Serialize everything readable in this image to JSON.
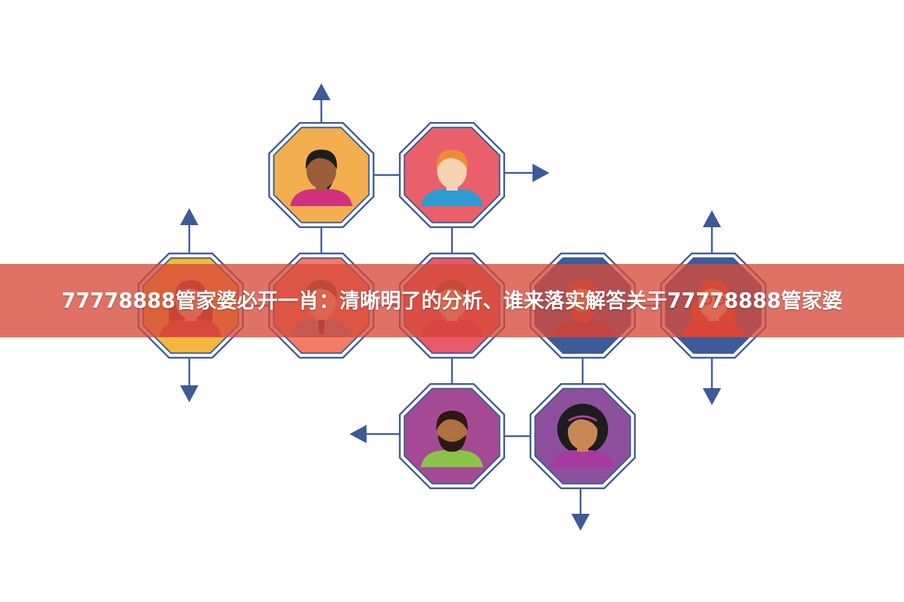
{
  "banner": {
    "title": "77778888管家婆必开一肖：清晰明了的分析、谁来落实解答关于77778888管家婆"
  },
  "palette": {
    "connector": "#3d5a99",
    "frame": "#3d5a99"
  },
  "nodes": [
    {
      "id": "woman-ponytail",
      "icon": "woman-ponytail-avatar-icon",
      "bg": "#f3ae4f",
      "skin": "#9b5d3a",
      "hair": "#1d1d1d",
      "shirt": "#d0307f",
      "hairStyle": "ponytail",
      "beard": false,
      "glasses": false,
      "tie": false
    },
    {
      "id": "man-redhead",
      "icon": "man-redhead-avatar-icon",
      "bg": "#e9606b",
      "skin": "#f6d3b1",
      "hair": "#ee8c36",
      "shirt": "#2e9cd4",
      "hairStyle": "short",
      "beard": false,
      "glasses": false,
      "tie": false
    },
    {
      "id": "woman-long-hair",
      "icon": "woman-long-hair-avatar-icon",
      "bg": "#f5b640",
      "skin": "#f2c6a0",
      "hair": "#a5322f",
      "shirt": "#e0474c",
      "hairStyle": "long",
      "beard": false,
      "glasses": false,
      "tie": false
    },
    {
      "id": "man-suit",
      "icon": "man-suit-avatar-icon",
      "bg": "#f47c66",
      "skin": "#f2c6a0",
      "hair": "#6a4a3a",
      "shirt": "#8a8ea8",
      "hairStyle": "short",
      "beard": false,
      "glasses": false,
      "tie": true
    },
    {
      "id": "person-center",
      "icon": "person-avatar-icon",
      "bg": "#e95a6a",
      "skin": "#f2c6a0",
      "hair": "#7a4a2a",
      "shirt": "#e53a5a",
      "hairStyle": "short",
      "beard": false,
      "glasses": false,
      "tie": false
    },
    {
      "id": "man-beard",
      "icon": "man-beard-avatar-icon",
      "bg": "#3d5a99",
      "skin": "#f2b48a",
      "hair": "#c0462f",
      "shirt": "#8a3a5a",
      "hairStyle": "short",
      "beard": true,
      "glasses": false,
      "tie": false
    },
    {
      "id": "woman-glasses",
      "icon": "woman-glasses-avatar-icon",
      "bg": "#3d5a99",
      "skin": "#f6d3b1",
      "hair": "#d4452f",
      "shirt": "#e33a3a",
      "hairStyle": "long",
      "beard": false,
      "glasses": true,
      "tie": false
    },
    {
      "id": "man-goatee",
      "icon": "man-goatee-avatar-icon",
      "bg": "#a54a94",
      "skin": "#b0703f",
      "hair": "#2a1a12",
      "shirt": "#8bc34a",
      "hairStyle": "short",
      "beard": true,
      "glasses": false,
      "tie": false
    },
    {
      "id": "woman-curly",
      "icon": "woman-curly-avatar-icon",
      "bg": "#8e4f9e",
      "skin": "#c98755",
      "hair": "#1d1d1d",
      "shirt": "#a63aa0",
      "hairStyle": "afro",
      "beard": false,
      "glasses": false,
      "tie": false
    }
  ],
  "arrows": [
    {
      "name": "arrow-up-top-left",
      "direction": "up"
    },
    {
      "name": "arrow-right-top",
      "direction": "right"
    },
    {
      "name": "arrow-up-left",
      "direction": "up"
    },
    {
      "name": "arrow-down-left",
      "direction": "down"
    },
    {
      "name": "arrow-up-right",
      "direction": "up"
    },
    {
      "name": "arrow-down-right",
      "direction": "down"
    },
    {
      "name": "arrow-left-bottom",
      "direction": "left"
    },
    {
      "name": "arrow-down-bottom",
      "direction": "down"
    }
  ]
}
